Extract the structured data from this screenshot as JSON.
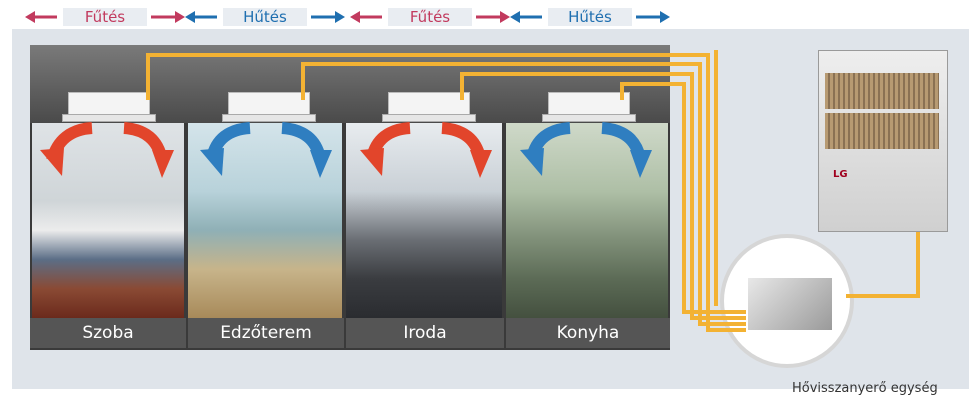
{
  "legend": [
    {
      "label": "Fűtés",
      "mode": "heat"
    },
    {
      "label": "Hűtés",
      "mode": "cool"
    },
    {
      "label": "Fűtés",
      "mode": "heat"
    },
    {
      "label": "Hűtés",
      "mode": "cool"
    }
  ],
  "rooms": [
    {
      "label": "Szoba",
      "mode": "heat"
    },
    {
      "label": "Edzőterem",
      "mode": "cool"
    },
    {
      "label": "Iroda",
      "mode": "heat"
    },
    {
      "label": "Konyha",
      "mode": "cool"
    }
  ],
  "outdoor_unit": {
    "brand": "LG"
  },
  "caption": "Hővisszanyerő egység",
  "colors": {
    "heat": "#c23a5e",
    "cool": "#1f6fb0",
    "pipe": "#f3b233"
  }
}
